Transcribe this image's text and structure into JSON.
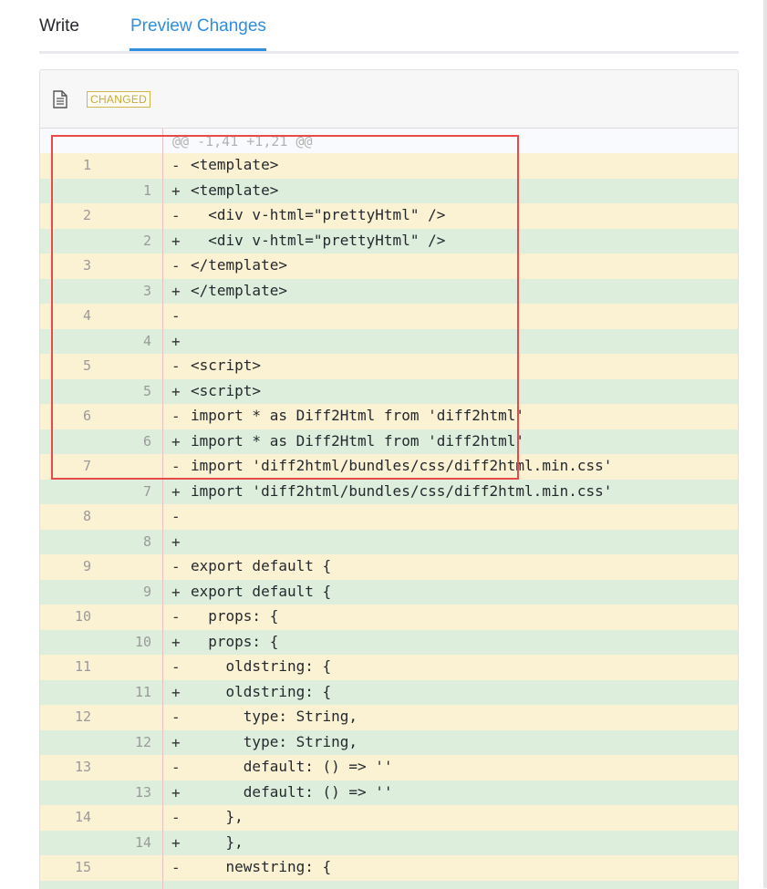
{
  "tabs": {
    "write": "Write",
    "preview": "Preview Changes"
  },
  "file": {
    "icon": "document-icon",
    "badge": "CHANGED"
  },
  "hunk": {
    "header": "@@ -1,41 +1,21 @@"
  },
  "diff_rows": [
    {
      "type": "del",
      "old": "1",
      "new": "",
      "marker": "-",
      "code": "<template>"
    },
    {
      "type": "ins",
      "old": "",
      "new": "1",
      "marker": "+",
      "code": "<template>"
    },
    {
      "type": "del",
      "old": "2",
      "new": "",
      "marker": "-",
      "code": "  <div v-html=\"prettyHtml\" />"
    },
    {
      "type": "ins",
      "old": "",
      "new": "2",
      "marker": "+",
      "code": "  <div v-html=\"prettyHtml\" />"
    },
    {
      "type": "del",
      "old": "3",
      "new": "",
      "marker": "-",
      "code": "</template>"
    },
    {
      "type": "ins",
      "old": "",
      "new": "3",
      "marker": "+",
      "code": "</template>"
    },
    {
      "type": "del",
      "old": "4",
      "new": "",
      "marker": "-",
      "code": ""
    },
    {
      "type": "ins",
      "old": "",
      "new": "4",
      "marker": "+",
      "code": ""
    },
    {
      "type": "del",
      "old": "5",
      "new": "",
      "marker": "-",
      "code": "<script>"
    },
    {
      "type": "ins",
      "old": "",
      "new": "5",
      "marker": "+",
      "code": "<script>"
    },
    {
      "type": "del",
      "old": "6",
      "new": "",
      "marker": "-",
      "code": "import * as Diff2Html from 'diff2html'"
    },
    {
      "type": "ins",
      "old": "",
      "new": "6",
      "marker": "+",
      "code": "import * as Diff2Html from 'diff2html'"
    },
    {
      "type": "del",
      "old": "7",
      "new": "",
      "marker": "-",
      "code": "import 'diff2html/bundles/css/diff2html.min.css'"
    },
    {
      "type": "ins",
      "old": "",
      "new": "7",
      "marker": "+",
      "code": "import 'diff2html/bundles/css/diff2html.min.css'"
    },
    {
      "type": "del",
      "old": "8",
      "new": "",
      "marker": "-",
      "code": ""
    },
    {
      "type": "ins",
      "old": "",
      "new": "8",
      "marker": "+",
      "code": ""
    },
    {
      "type": "del",
      "old": "9",
      "new": "",
      "marker": "-",
      "code": "export default {"
    },
    {
      "type": "ins",
      "old": "",
      "new": "9",
      "marker": "+",
      "code": "export default {"
    },
    {
      "type": "del",
      "old": "10",
      "new": "",
      "marker": "-",
      "code": "  props: {"
    },
    {
      "type": "ins",
      "old": "",
      "new": "10",
      "marker": "+",
      "code": "  props: {"
    },
    {
      "type": "del",
      "old": "11",
      "new": "",
      "marker": "-",
      "code": "    oldstring: {"
    },
    {
      "type": "ins",
      "old": "",
      "new": "11",
      "marker": "+",
      "code": "    oldstring: {"
    },
    {
      "type": "del",
      "old": "12",
      "new": "",
      "marker": "-",
      "code": "      type: String,"
    },
    {
      "type": "ins",
      "old": "",
      "new": "12",
      "marker": "+",
      "code": "      type: String,"
    },
    {
      "type": "del",
      "old": "13",
      "new": "",
      "marker": "-",
      "code": "      default: () => ''"
    },
    {
      "type": "ins",
      "old": "",
      "new": "13",
      "marker": "+",
      "code": "      default: () => ''"
    },
    {
      "type": "del",
      "old": "14",
      "new": "",
      "marker": "-",
      "code": "    },"
    },
    {
      "type": "ins",
      "old": "",
      "new": "14",
      "marker": "+",
      "code": "    },"
    },
    {
      "type": "del",
      "old": "15",
      "new": "",
      "marker": "-",
      "code": "    newstring: {"
    },
    {
      "type": "ins",
      "old": "",
      "new": "",
      "marker": "",
      "code": ""
    }
  ],
  "colors": {
    "accent": "#2f8ee0",
    "deleted_bg": "#fbf1d3",
    "inserted_bg": "#ddeedd",
    "badge": "#c9a93b",
    "highlight": "#e84a4a"
  }
}
